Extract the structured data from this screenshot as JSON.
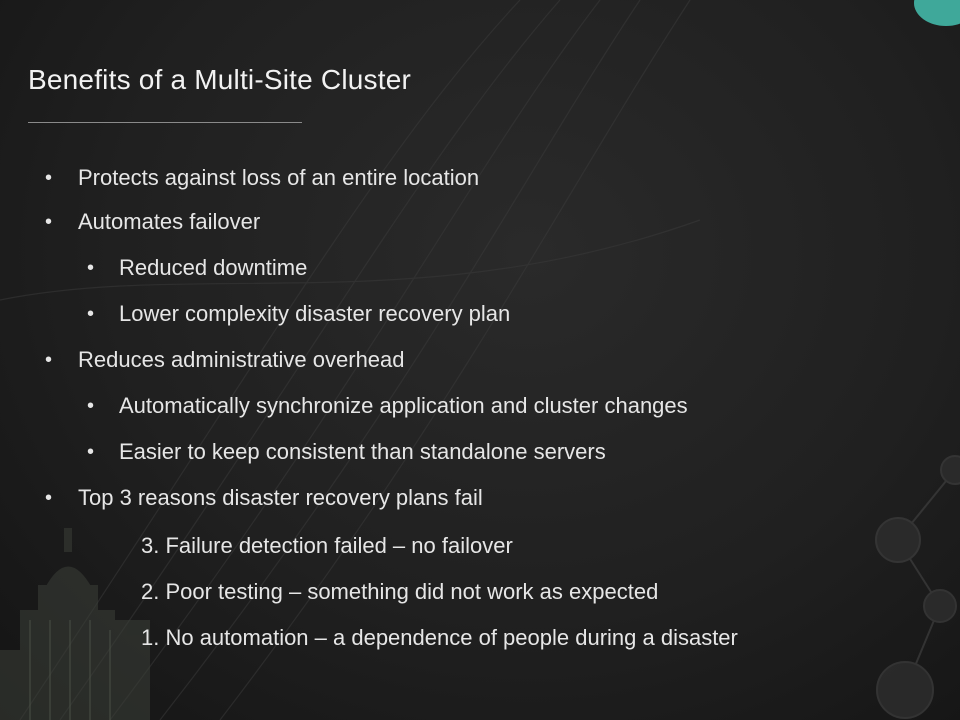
{
  "slide": {
    "title": "Benefits of a Multi-Site Cluster",
    "bullet_glyph": "•",
    "items": [
      {
        "text": "Protects against loss of an entire location"
      },
      {
        "text": "Automates failover"
      },
      {
        "text": "Reduced downtime"
      },
      {
        "text": "Lower complexity disaster recovery plan"
      },
      {
        "text": "Reduces administrative overhead"
      },
      {
        "text": "Automatically synchronize application and cluster changes"
      },
      {
        "text": "Easier to keep consistent than standalone servers"
      },
      {
        "text": "Top 3 reasons disaster recovery plans fail"
      },
      {
        "text": "3. Failure detection failed – no failover"
      },
      {
        "text": "2. Poor testing – something did not work as expected"
      },
      {
        "text": "1. No automation – a dependence of people during a disaster"
      }
    ]
  },
  "colors": {
    "background": "#1e1e1e",
    "text": "#e6e6e6",
    "accent": "#3fa89a"
  }
}
